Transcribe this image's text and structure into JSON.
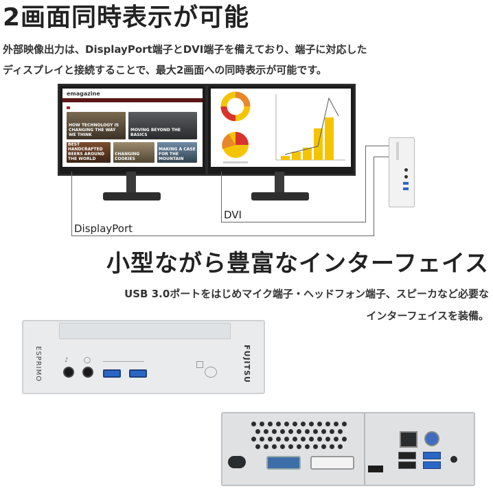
{
  "heading1": "2画面同時表示が可能",
  "desc1_line1": "外部映像出力は、DisplayPort端子とDVI端子を備えており、端子に対応した",
  "desc1_line2": "ディスプレイと接続することで、最大2画面への同時表示が可能です。",
  "monitor_left": {
    "site_name": "emagazine",
    "headlines": [
      "HOW TECHNOLOGY IS CHANGING THE WAY WE THINK",
      "MOVING BEYOND THE BASICS",
      "BEST HANDCRAFTED BEERS AROUND THE WORLD",
      "CHANGING COOKIES",
      "MAKING A CASE FOR THE MOUNTAIN"
    ]
  },
  "connector_labels": {
    "displayport": "DisplayPort",
    "dvi": "DVI"
  },
  "heading2": "小型ながら豊富なインターフェイス",
  "desc2_line1": "USB 3.0ポートをはじめマイク端子・ヘッドフォン端子、スピーカなど必要な",
  "desc2_line2": "インターフェイスを装備。",
  "front_panel": {
    "model": "ESPRIMO",
    "brand": "FUJITSU"
  },
  "chart_colors": {
    "yellow": "#f5c400",
    "orange": "#e7872a",
    "red": "#d8342b",
    "gray": "#cfcfcf"
  }
}
